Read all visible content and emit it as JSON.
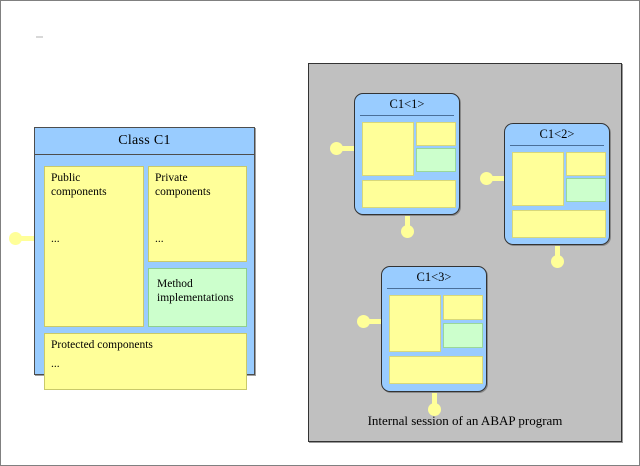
{
  "diagram": {
    "title_class_box": "Class C1",
    "class_box": {
      "title": "Class C1",
      "sections": [
        {
          "name": "public",
          "label": "Public\ncomponents",
          "dots": "...",
          "color": "#ffff99"
        },
        {
          "name": "private",
          "label": "Private\ncomponents",
          "dots": "...",
          "color": "#ffff99"
        },
        {
          "name": "method-implementations",
          "label": "Method\nimplementations",
          "dots": "",
          "color": "#ccffcc"
        },
        {
          "name": "protected",
          "label": "Protected components",
          "dots": "...",
          "color": "#ffff99"
        }
      ]
    },
    "session": {
      "caption": "Internal session of an ABAP program",
      "instances": [
        {
          "title": "C1<1>"
        },
        {
          "title": "C1<2>"
        },
        {
          "title": "C1<3>"
        }
      ]
    },
    "colors": {
      "blue": "#99ccff",
      "yellow": "#ffff99",
      "green": "#ccffcc",
      "gray_panel": "#c0c0c0",
      "border": "#333333",
      "background": "#ffffff"
    }
  }
}
